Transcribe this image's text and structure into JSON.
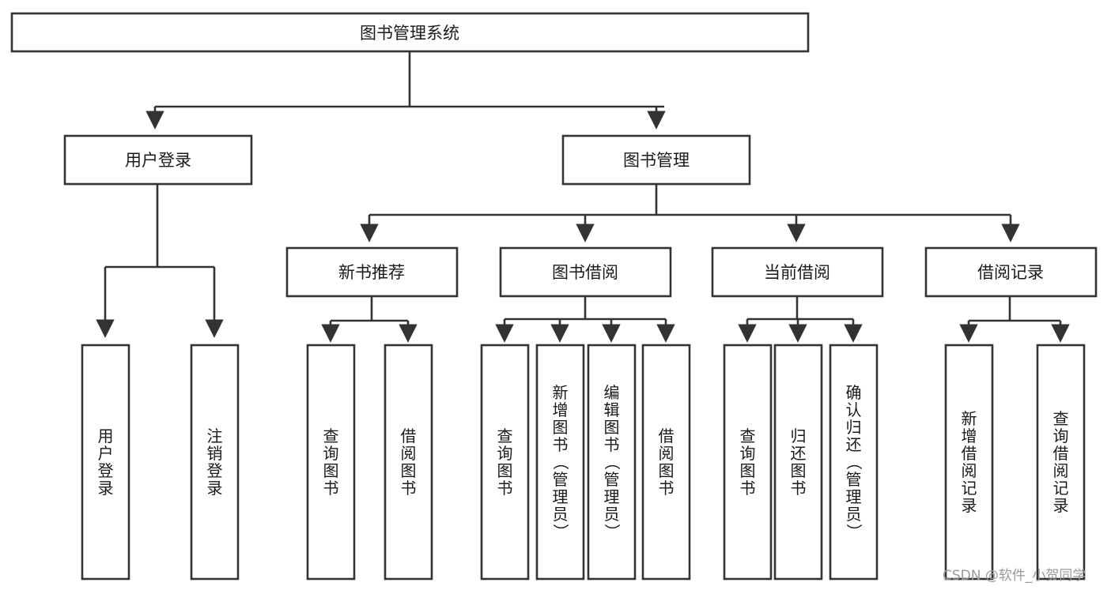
{
  "diagram": {
    "title_node": {
      "label": "图书管理系统"
    },
    "level2": [
      {
        "id": "user-login",
        "label": "用户登录"
      },
      {
        "id": "book-management",
        "label": "图书管理"
      }
    ],
    "level3": [
      {
        "id": "new-book-recommend",
        "label": "新书推荐"
      },
      {
        "id": "book-borrow",
        "label": "图书借阅"
      },
      {
        "id": "current-borrow",
        "label": "当前借阅"
      },
      {
        "id": "borrow-record",
        "label": "借阅记录"
      }
    ],
    "leaves": [
      {
        "id": "leaf-user-login",
        "label": "用户登录",
        "parent": "user-login"
      },
      {
        "id": "leaf-logout-login",
        "label": "注销登录",
        "parent": "user-login"
      },
      {
        "id": "leaf-query-book-1",
        "label": "查询图书",
        "parent": "new-book-recommend"
      },
      {
        "id": "leaf-borrow-book-1",
        "label": "借阅图书",
        "parent": "new-book-recommend"
      },
      {
        "id": "leaf-query-book-2",
        "label": "查询图书",
        "parent": "book-borrow"
      },
      {
        "id": "leaf-add-book",
        "label": "新增图书（管理员）",
        "parent": "book-borrow"
      },
      {
        "id": "leaf-edit-book",
        "label": "编辑图书（管理员）",
        "parent": "book-borrow"
      },
      {
        "id": "leaf-borrow-book-2",
        "label": "借阅图书",
        "parent": "book-borrow"
      },
      {
        "id": "leaf-query-book-3",
        "label": "查询图书",
        "parent": "current-borrow"
      },
      {
        "id": "leaf-return-book",
        "label": "归还图书",
        "parent": "current-borrow"
      },
      {
        "id": "leaf-confirm-return",
        "label": "确认归还（管理员）",
        "parent": "current-borrow"
      },
      {
        "id": "leaf-add-record",
        "label": "新增借阅记录",
        "parent": "borrow-record"
      },
      {
        "id": "leaf-query-record",
        "label": "查询借阅记录",
        "parent": "borrow-record"
      }
    ],
    "watermark": "CSDN @软件_小贺同学",
    "colors": {
      "stroke": "#333333",
      "fill": "#ffffff",
      "text": "#1a1a1a",
      "watermark": "#9a9a9a"
    }
  }
}
